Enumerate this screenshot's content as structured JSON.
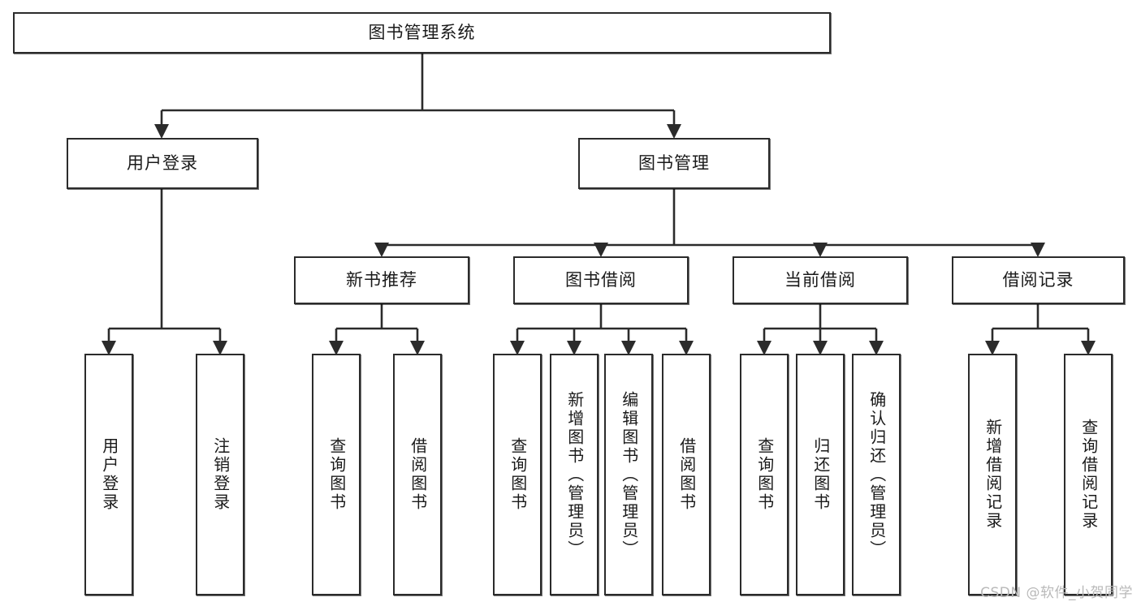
{
  "diagram": {
    "title": "图书管理系统",
    "watermark": "CSDN @软件_小贺同学",
    "type": "tree-hierarchy",
    "orientation": "top-down",
    "line_color": "#2b2b2b",
    "box_fill": "#ffffff",
    "text_color": "#1a1a1a",
    "watermark_color": "#b9b9b9"
  },
  "nodes": {
    "root": {
      "label": "图书管理系统",
      "level": 1
    },
    "l2": [
      {
        "id": "user-login",
        "label": "用户登录",
        "level": 2
      },
      {
        "id": "book-manage",
        "label": "图书管理",
        "level": 2
      }
    ],
    "l3": [
      {
        "id": "new-book-rec",
        "label": "新书推荐",
        "level": 3,
        "parent": "book-manage"
      },
      {
        "id": "book-borrow",
        "label": "图书借阅",
        "level": 3,
        "parent": "book-manage"
      },
      {
        "id": "current-borrow",
        "label": "当前借阅",
        "level": 3,
        "parent": "book-manage"
      },
      {
        "id": "borrow-record",
        "label": "借阅记录",
        "level": 3,
        "parent": "book-manage"
      }
    ],
    "leaves": [
      {
        "id": "leaf-user-login",
        "label": "用户登录",
        "parent": "user-login"
      },
      {
        "id": "leaf-user-logout",
        "label": "注销登录",
        "parent": "user-login"
      },
      {
        "id": "leaf-rec-query",
        "label": "查询图书",
        "parent": "new-book-rec"
      },
      {
        "id": "leaf-rec-borrow",
        "label": "借阅图书",
        "parent": "new-book-rec"
      },
      {
        "id": "leaf-borrow-query",
        "label": "查询图书",
        "parent": "book-borrow"
      },
      {
        "id": "leaf-borrow-add",
        "label": "新增图书（管理员）",
        "parent": "book-borrow"
      },
      {
        "id": "leaf-borrow-edit",
        "label": "编辑图书（管理员）",
        "parent": "book-borrow"
      },
      {
        "id": "leaf-borrow-lend",
        "label": "借阅图书",
        "parent": "book-borrow"
      },
      {
        "id": "leaf-current-query",
        "label": "查询图书",
        "parent": "current-borrow"
      },
      {
        "id": "leaf-current-return",
        "label": "归还图书",
        "parent": "current-borrow"
      },
      {
        "id": "leaf-current-confirm",
        "label": "确认归还（管理员）",
        "parent": "current-borrow"
      },
      {
        "id": "leaf-record-add",
        "label": "新增借阅记录",
        "parent": "borrow-record"
      },
      {
        "id": "leaf-record-query",
        "label": "查询借阅记录",
        "parent": "borrow-record"
      }
    ]
  }
}
